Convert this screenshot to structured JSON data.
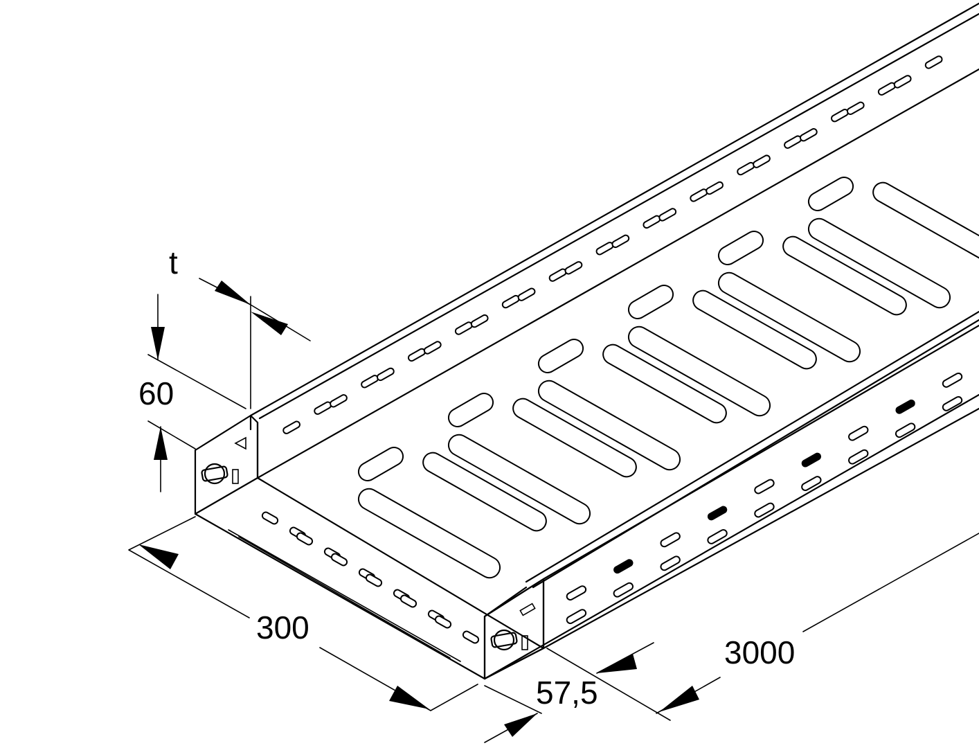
{
  "dimensions": {
    "height_label": "60",
    "thickness_label": "t",
    "width_label": "300",
    "length_label": "3000",
    "offset_label": "57,5"
  },
  "colors": {
    "ink": "#000000",
    "paper": "#ffffff"
  }
}
